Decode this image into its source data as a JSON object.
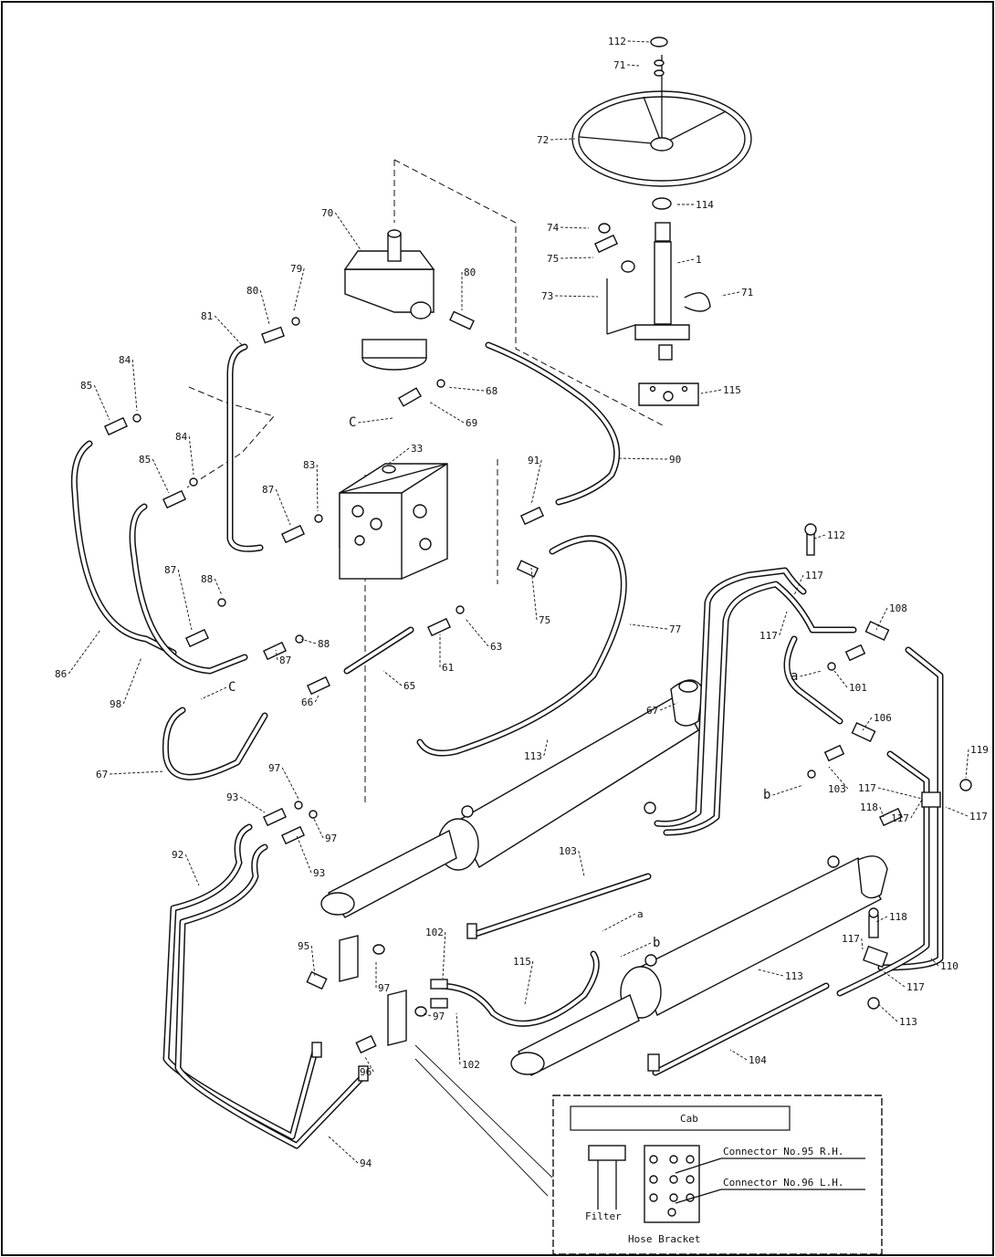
{
  "diagram": {
    "part_labels": [
      {
        "text": "112"
      },
      {
        "text": "71"
      },
      {
        "text": "72"
      },
      {
        "text": "114"
      },
      {
        "text": "74"
      },
      {
        "text": "75"
      },
      {
        "text": "73"
      },
      {
        "text": "1"
      },
      {
        "text": "71"
      },
      {
        "text": "115"
      },
      {
        "text": "70"
      },
      {
        "text": "79"
      },
      {
        "text": "80"
      },
      {
        "text": "80"
      },
      {
        "text": "81"
      },
      {
        "text": "84"
      },
      {
        "text": "85"
      },
      {
        "text": "68"
      },
      {
        "text": "C"
      },
      {
        "text": "69"
      },
      {
        "text": "84"
      },
      {
        "text": "85"
      },
      {
        "text": "33"
      },
      {
        "text": "83"
      },
      {
        "text": "87"
      },
      {
        "text": "90"
      },
      {
        "text": "91"
      },
      {
        "text": "87"
      },
      {
        "text": "88"
      },
      {
        "text": "75"
      },
      {
        "text": "63"
      },
      {
        "text": "87"
      },
      {
        "text": "88"
      },
      {
        "text": "61"
      },
      {
        "text": "77"
      },
      {
        "text": "86"
      },
      {
        "text": "98"
      },
      {
        "text": "65"
      },
      {
        "text": "C"
      },
      {
        "text": "66"
      },
      {
        "text": "67"
      },
      {
        "text": "113"
      },
      {
        "text": "67"
      },
      {
        "text": "97"
      },
      {
        "text": "93"
      },
      {
        "text": "97"
      },
      {
        "text": "93"
      },
      {
        "text": "92"
      },
      {
        "text": "103"
      },
      {
        "text": "95"
      },
      {
        "text": "97"
      },
      {
        "text": "102"
      },
      {
        "text": "115"
      },
      {
        "text": "a"
      },
      {
        "text": "b"
      },
      {
        "text": "97"
      },
      {
        "text": "102"
      },
      {
        "text": "96"
      },
      {
        "text": "94"
      },
      {
        "text": "113"
      },
      {
        "text": "104"
      },
      {
        "text": "112"
      },
      {
        "text": "117"
      },
      {
        "text": "117"
      },
      {
        "text": "108"
      },
      {
        "text": "117"
      },
      {
        "text": "a"
      },
      {
        "text": "101"
      },
      {
        "text": "106"
      },
      {
        "text": "b"
      },
      {
        "text": "103"
      },
      {
        "text": "119"
      },
      {
        "text": "117"
      },
      {
        "text": "117"
      },
      {
        "text": "118"
      },
      {
        "text": "118"
      },
      {
        "text": "117"
      },
      {
        "text": "117"
      },
      {
        "text": "110"
      },
      {
        "text": "113"
      }
    ],
    "inset": {
      "cab_label": "Cab",
      "connector_rh": "Connector No.95 R.H.",
      "connector_lh": "Connector No.96 L.H.",
      "filter_label": "Filter",
      "bracket_label": "Hose Bracket"
    }
  }
}
